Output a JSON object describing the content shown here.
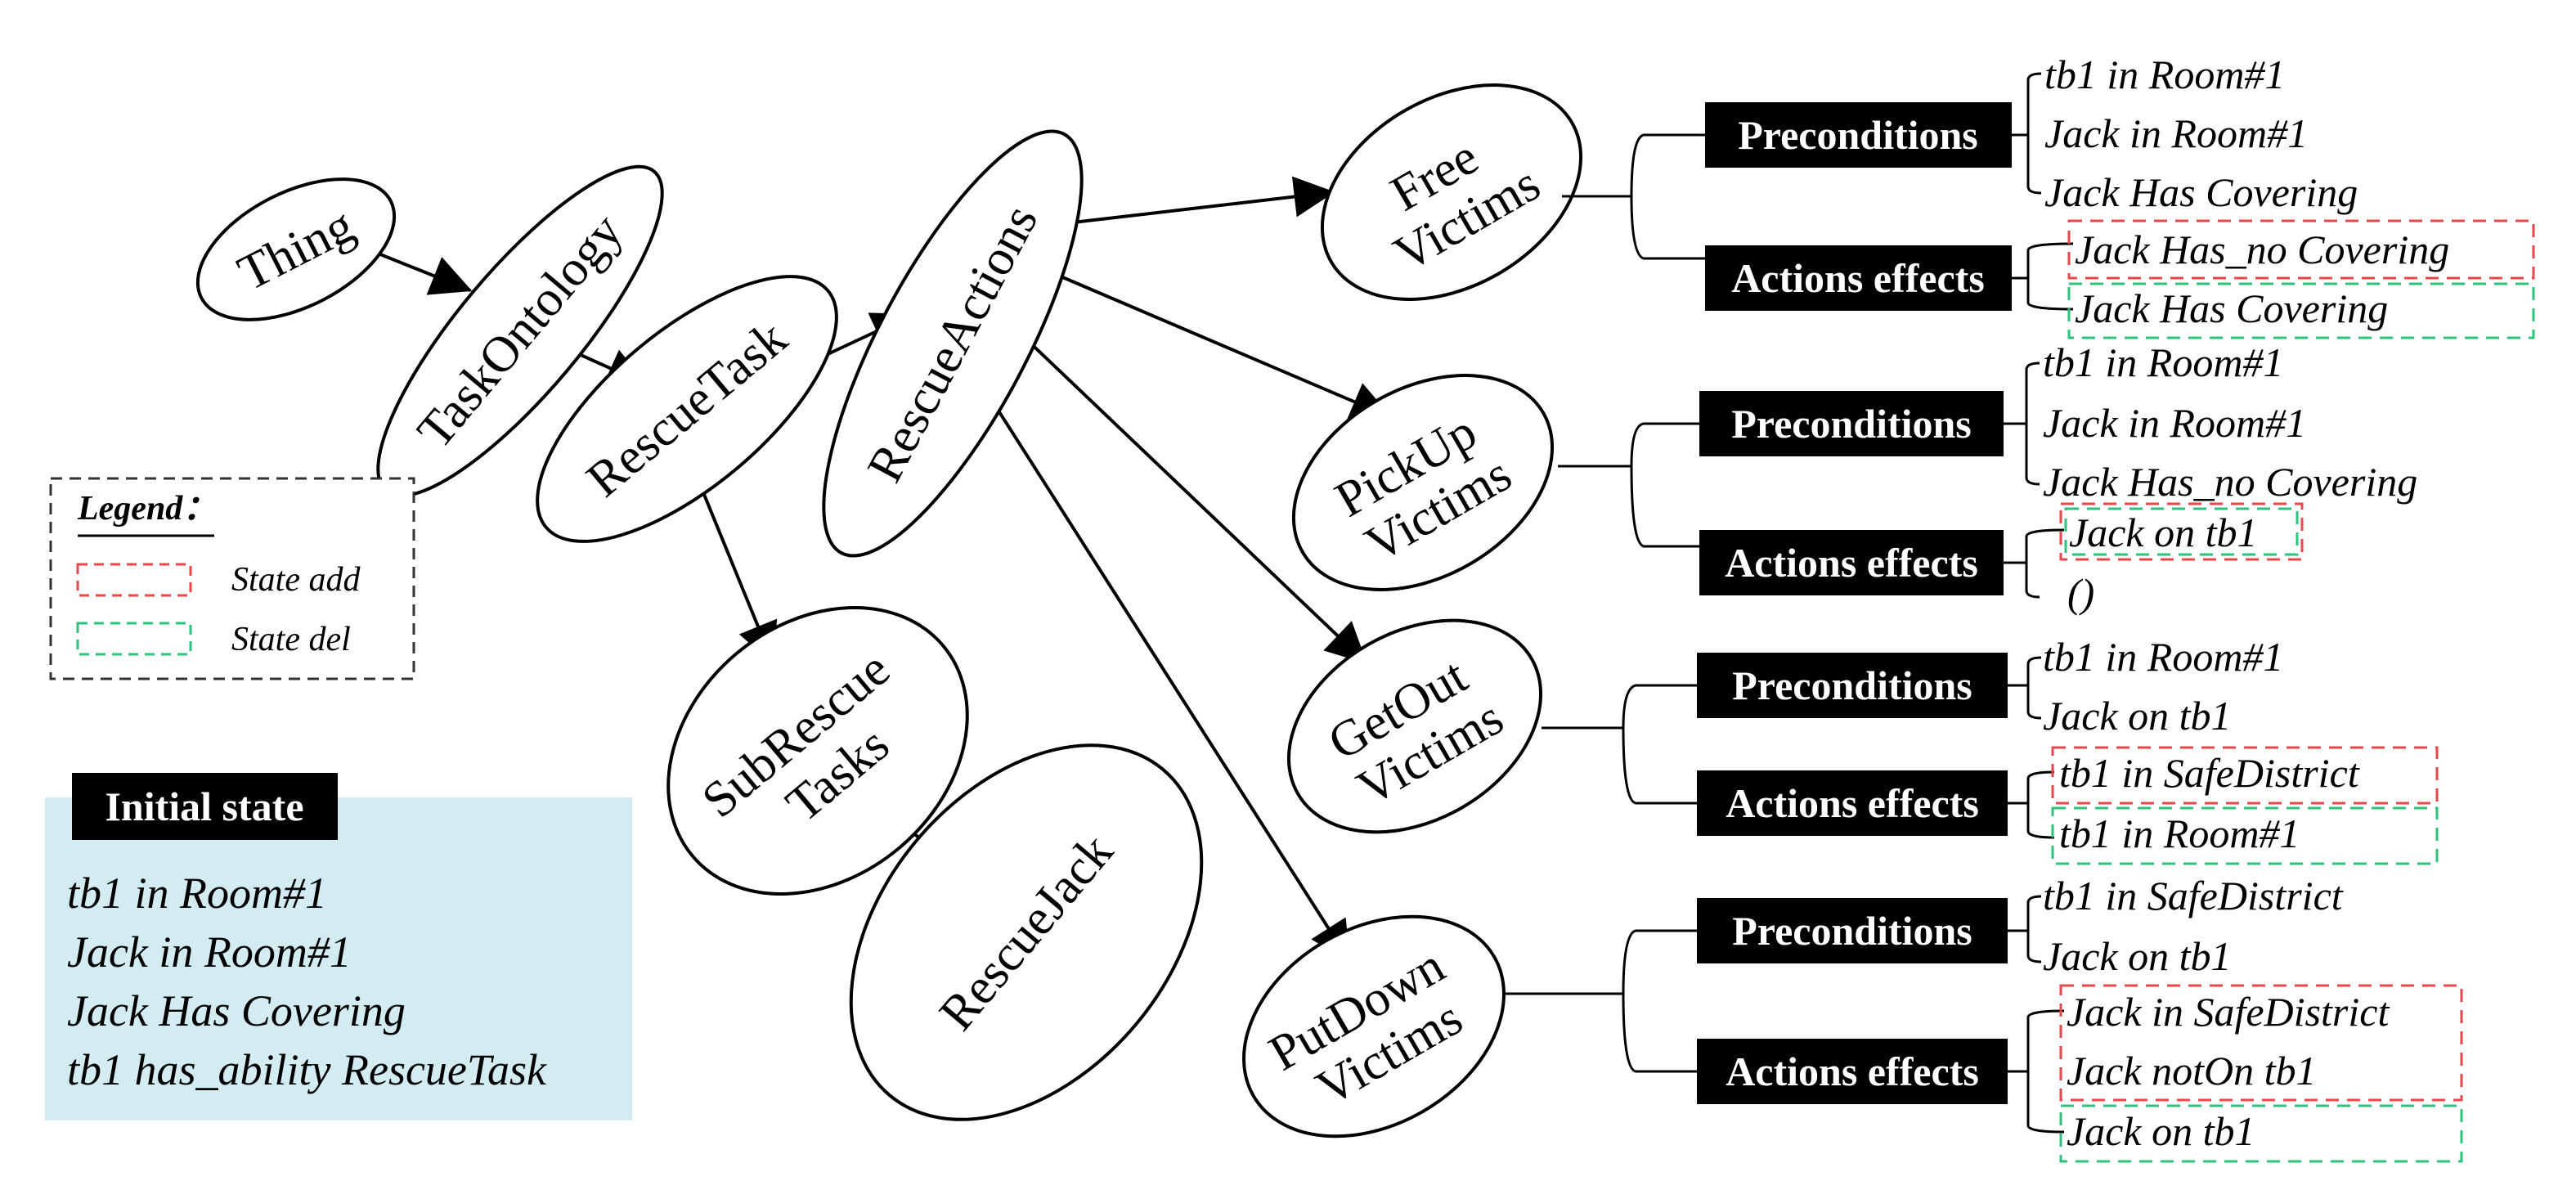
{
  "colors": {
    "state_add": "#e8474c",
    "state_del": "#2ec27e",
    "initial_bg": "#d2ecf1",
    "box_bg": "#000000",
    "box_text": "#ffffff"
  },
  "nodes": {
    "thing": "Thing",
    "task_ontology": "TaskOntology",
    "rescue_task": "RescueTask",
    "rescue_actions": "RescueActions",
    "subrescue_tasks": [
      "SubRescue",
      "Tasks"
    ],
    "rescue_jack": "RescueJack",
    "free_victims": [
      "Free",
      "Victims"
    ],
    "pickup_victims": [
      "PickUp",
      "Victims"
    ],
    "getout_victims": [
      "GetOut",
      "Victims"
    ],
    "putdown_victims": [
      "PutDown",
      "Victims"
    ]
  },
  "labels": {
    "preconditions": "Preconditions",
    "actions_effects": "Actions effects"
  },
  "actions": {
    "free": {
      "preconditions": [
        "tb1 in Room#1",
        "Jack in Room#1",
        "Jack Has Covering"
      ],
      "effects_add": [
        "Jack Has_no Covering"
      ],
      "effects_del": [
        "Jack Has Covering"
      ]
    },
    "pickup": {
      "preconditions": [
        "tb1 in Room#1",
        "Jack in Room#1",
        "Jack Has_no Covering"
      ],
      "effects_add": [
        "Jack on tb1"
      ],
      "effects_plain": [
        "()"
      ]
    },
    "getout": {
      "preconditions": [
        "tb1 in Room#1",
        "Jack on tb1"
      ],
      "effects_add": [
        "tb1 in SafeDistrict"
      ],
      "effects_del": [
        "tb1 in Room#1"
      ]
    },
    "putdown": {
      "preconditions": [
        "tb1 in SafeDistrict",
        "Jack on tb1"
      ],
      "effects_add": [
        "Jack in SafeDistrict",
        "Jack notOn tb1"
      ],
      "effects_del": [
        "Jack on tb1"
      ]
    }
  },
  "legend": {
    "title": "Legend：",
    "state_add": "State add",
    "state_del": "State del"
  },
  "initial_state": {
    "title": "Initial state",
    "items": [
      "tb1 in Room#1",
      "Jack in Room#1",
      "Jack Has Covering",
      "tb1 has_ability RescueTask"
    ]
  }
}
